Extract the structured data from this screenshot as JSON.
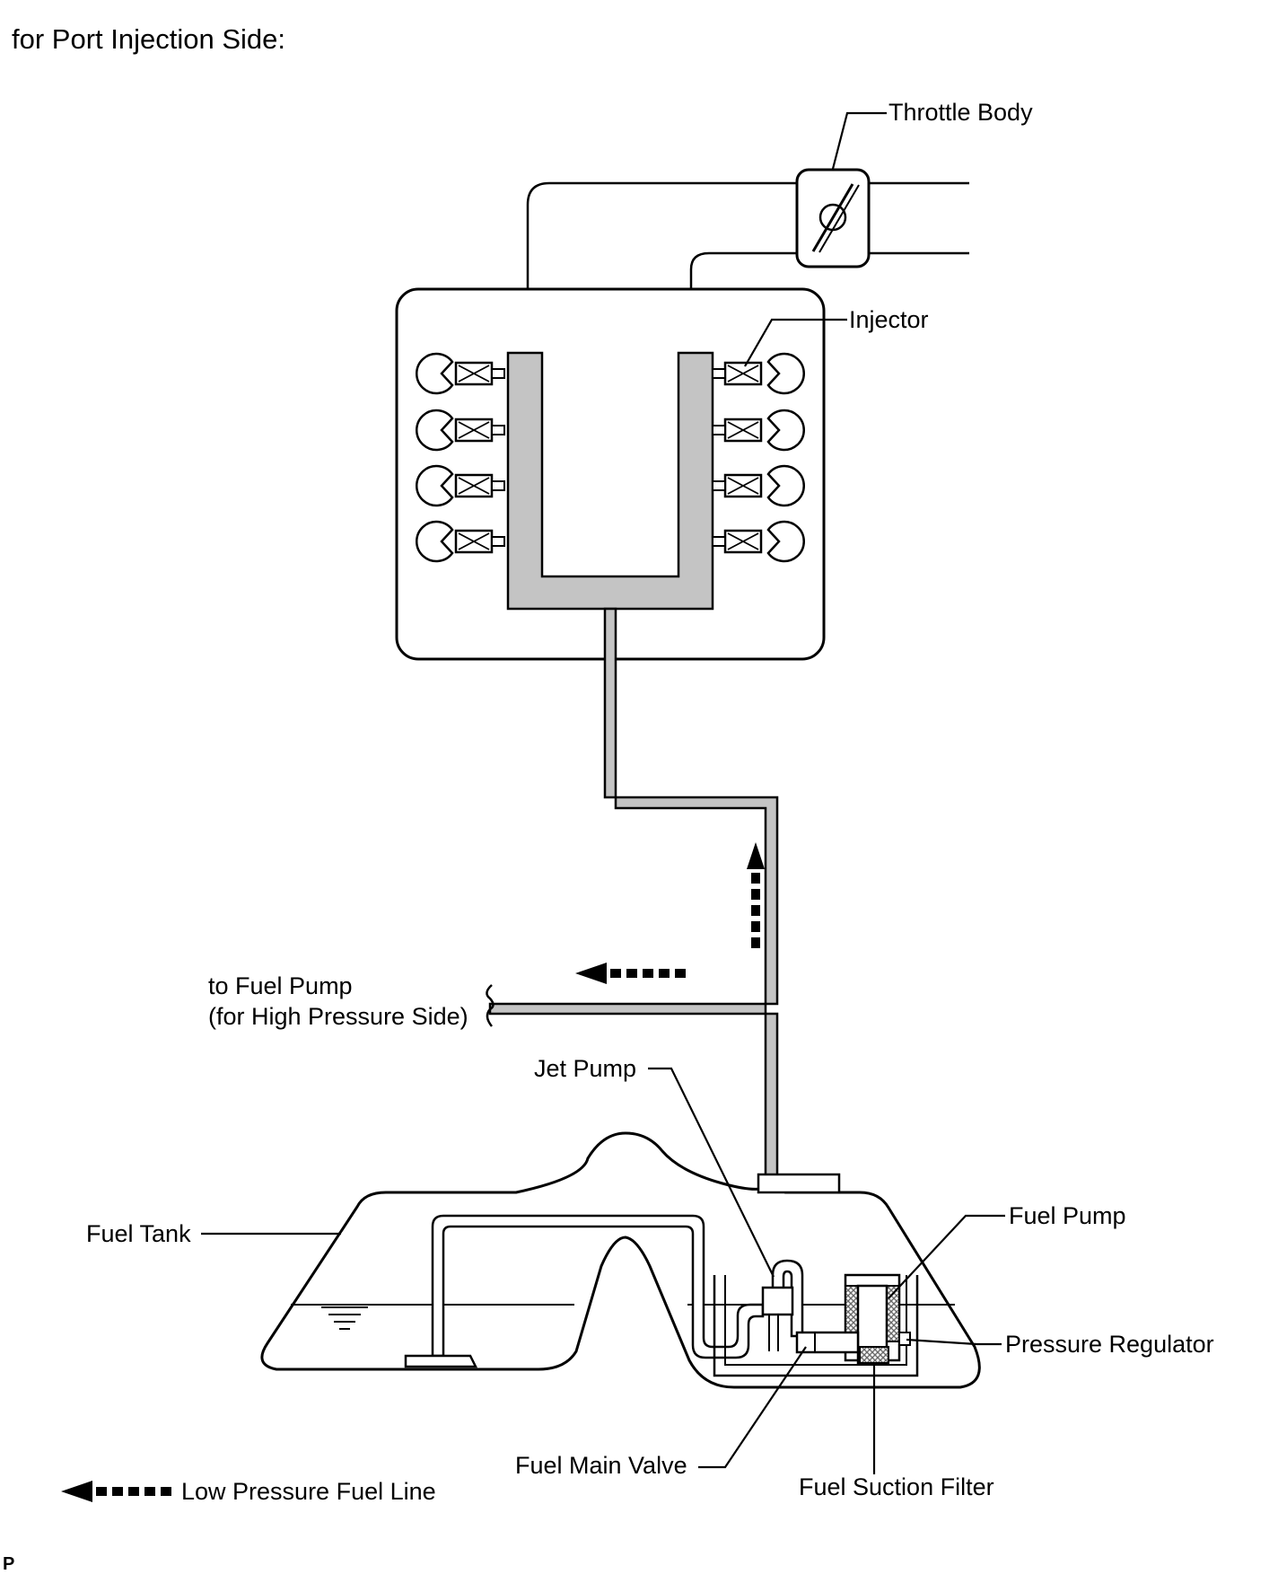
{
  "title": "for Port Injection Side:",
  "labels": {
    "throttle_body": "Throttle Body",
    "injector": "Injector",
    "to_fuel_pump_line1": "to Fuel Pump",
    "to_fuel_pump_line2": "(for High Pressure Side)",
    "jet_pump": "Jet Pump",
    "fuel_tank": "Fuel Tank",
    "fuel_pump": "Fuel Pump",
    "pressure_regulator": "Pressure Regulator",
    "fuel_main_valve": "Fuel Main Valve",
    "fuel_suction_filter": "Fuel Suction Filter"
  },
  "legend": {
    "low_pressure_fuel_line": "Low Pressure Fuel Line"
  },
  "corner_mark": "P",
  "colors": {
    "line": "#000000",
    "fuel_line_fill": "#c4c4c4",
    "filter_hatch": "#9a9a9a",
    "background": "#ffffff"
  }
}
